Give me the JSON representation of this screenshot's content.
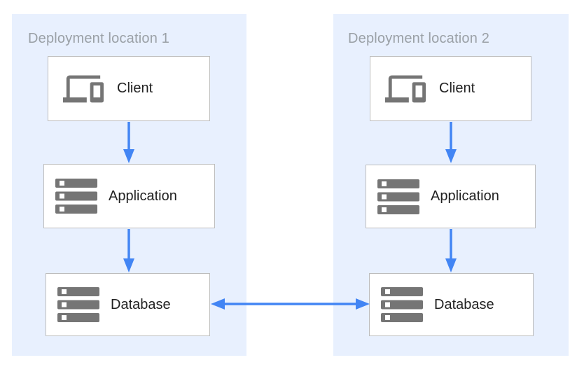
{
  "theme": {
    "accent": "#4285f4",
    "panel_bg": "#e8f0fe",
    "node_bg": "#ffffff",
    "node_border": "#bdbdbd",
    "panel_label_color": "#9aa0a6",
    "node_label_color": "#212121",
    "icon_color": "#757575",
    "page_bg": "#ffffff"
  },
  "diagram": {
    "panels": [
      {
        "label": "Deployment location 1",
        "nodes": [
          {
            "id": "client-1",
            "label": "Client",
            "icon": "devices-icon"
          },
          {
            "id": "application-1",
            "label": "Application",
            "icon": "server-stack-icon"
          },
          {
            "id": "database-1",
            "label": "Database",
            "icon": "server-stack-icon"
          }
        ]
      },
      {
        "label": "Deployment location 2",
        "nodes": [
          {
            "id": "client-2",
            "label": "Client",
            "icon": "devices-icon"
          },
          {
            "id": "application-2",
            "label": "Application",
            "icon": "server-stack-icon"
          },
          {
            "id": "database-2",
            "label": "Database",
            "icon": "server-stack-icon"
          }
        ]
      }
    ],
    "connections": [
      {
        "from": "client-1",
        "to": "application-1",
        "direction": "one-way"
      },
      {
        "from": "application-1",
        "to": "database-1",
        "direction": "one-way"
      },
      {
        "from": "client-2",
        "to": "application-2",
        "direction": "one-way"
      },
      {
        "from": "application-2",
        "to": "database-2",
        "direction": "one-way"
      },
      {
        "from": "database-1",
        "to": "database-2",
        "direction": "two-way"
      }
    ]
  }
}
